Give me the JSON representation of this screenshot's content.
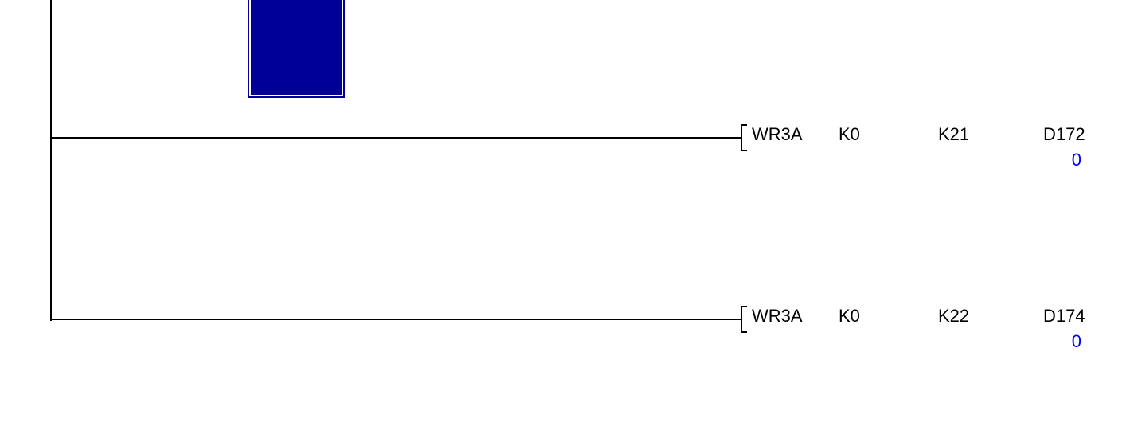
{
  "app": {
    "view": "ladder-diagram-monitor"
  },
  "colors": {
    "background": "#ffffff",
    "wire": "#000000",
    "text": "#000000",
    "cursor_fill": "#000099",
    "cursor_inner_border": "#ffffff",
    "monitor_value": "#0000ff"
  },
  "rungs": [
    {
      "instruction": "WR3A",
      "operands": [
        "K0",
        "K21",
        "D172"
      ],
      "monitor_value": "0"
    },
    {
      "instruction": "WR3A",
      "operands": [
        "K0",
        "K22",
        "D174"
      ],
      "monitor_value": "0"
    }
  ]
}
